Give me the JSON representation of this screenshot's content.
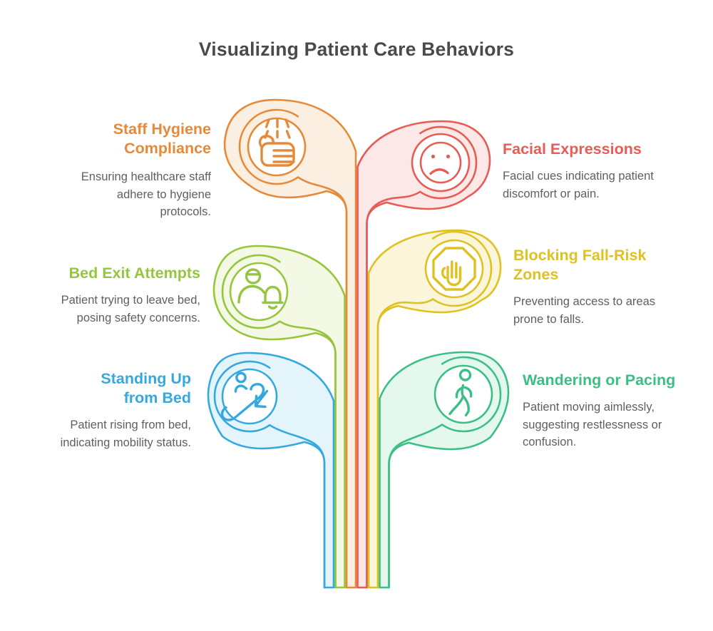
{
  "title": "Visualizing Patient Care Behaviors",
  "title_color": "#4a4a4a",
  "text_color": "#5e5f61",
  "items": [
    {
      "id": "staff-hygiene-compliance",
      "side": "left",
      "heading": "Staff Hygiene Compliance",
      "description": "Ensuring healthcare staff adhere to hygiene protocols.",
      "color": "#E68A3A",
      "tint": "#FBEFE2",
      "icon": "handwash-icon"
    },
    {
      "id": "facial-expressions",
      "side": "right",
      "heading": "Facial Expressions",
      "description": "Facial cues indicating patient discomfort or pain.",
      "color": "#E85C55",
      "tint": "#FCE9E7",
      "icon": "sad-face-icon"
    },
    {
      "id": "bed-exit-attempts",
      "side": "left",
      "heading": "Bed Exit Attempts",
      "description": "Patient trying to leave bed, posing safety concerns.",
      "color": "#96C53E",
      "tint": "#F3F9E5",
      "icon": "person-bell-icon"
    },
    {
      "id": "blocking-fall-risk-zones",
      "side": "right",
      "heading": "Blocking Fall-Risk Zones",
      "description": "Preventing access to areas prone to falls.",
      "color": "#DFC122",
      "tint": "#FBF6DA",
      "icon": "stop-hand-icon"
    },
    {
      "id": "standing-up-from-bed",
      "side": "left",
      "heading": "Standing Up from Bed",
      "description": "Patient rising from bed, indicating mobility status.",
      "color": "#35A9DF",
      "tint": "#E3F4FB",
      "icon": "escalator-down-icon"
    },
    {
      "id": "wandering-or-pacing",
      "side": "right",
      "heading": "Wandering or Pacing",
      "description": "Patient moving aimlessly, suggesting restlessness or confusion.",
      "color": "#3BBF86",
      "tint": "#E4F8EE",
      "icon": "walking-person-icon"
    }
  ]
}
